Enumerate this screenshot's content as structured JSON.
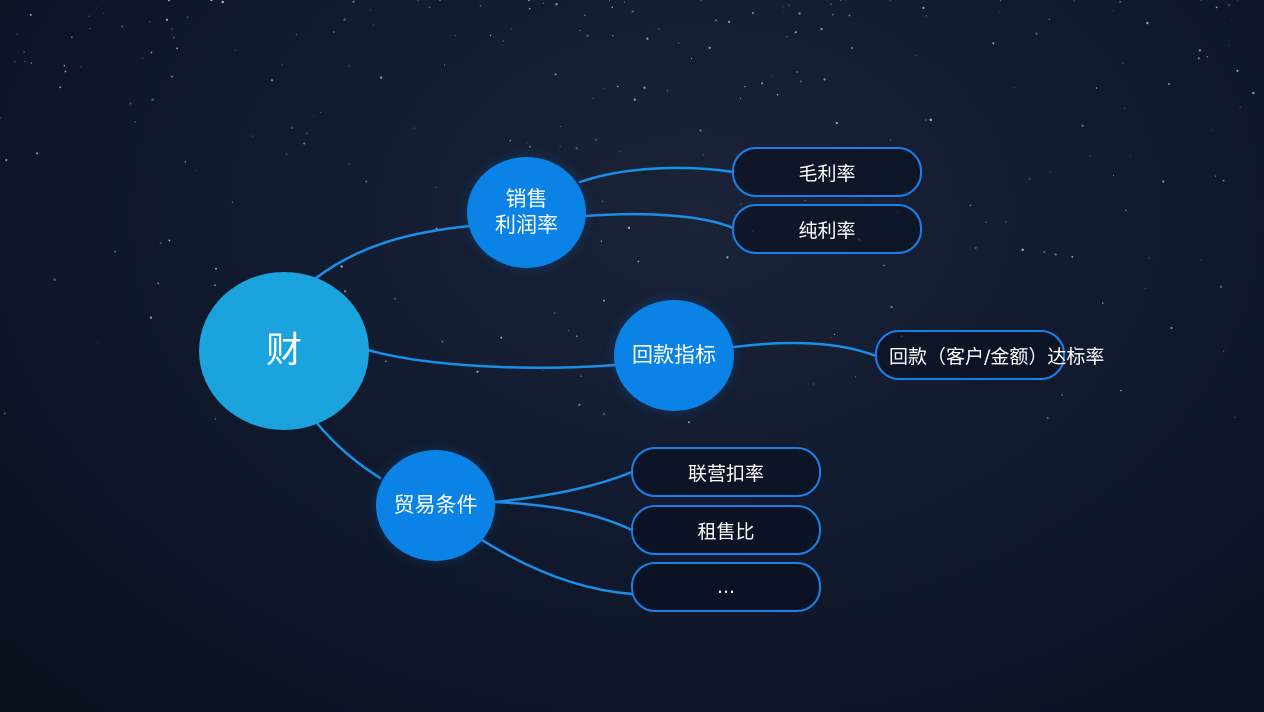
{
  "root": {
    "label": "财"
  },
  "branches": [
    {
      "label_line1": "销售",
      "label_line2": "利润率",
      "leaves": [
        "毛利率",
        "纯利率"
      ]
    },
    {
      "label": "回款指标",
      "leaves": [
        "回款（客户/金额）达标率"
      ]
    },
    {
      "label": "贸易条件",
      "leaves": [
        "联营扣率",
        "租售比",
        "..."
      ]
    }
  ],
  "colors": {
    "root": "#1aa3dd",
    "branch": "#0a82e6",
    "connector": "#1a8fe8",
    "pill_border": "#1a7fe8",
    "background": "#0d1426"
  }
}
